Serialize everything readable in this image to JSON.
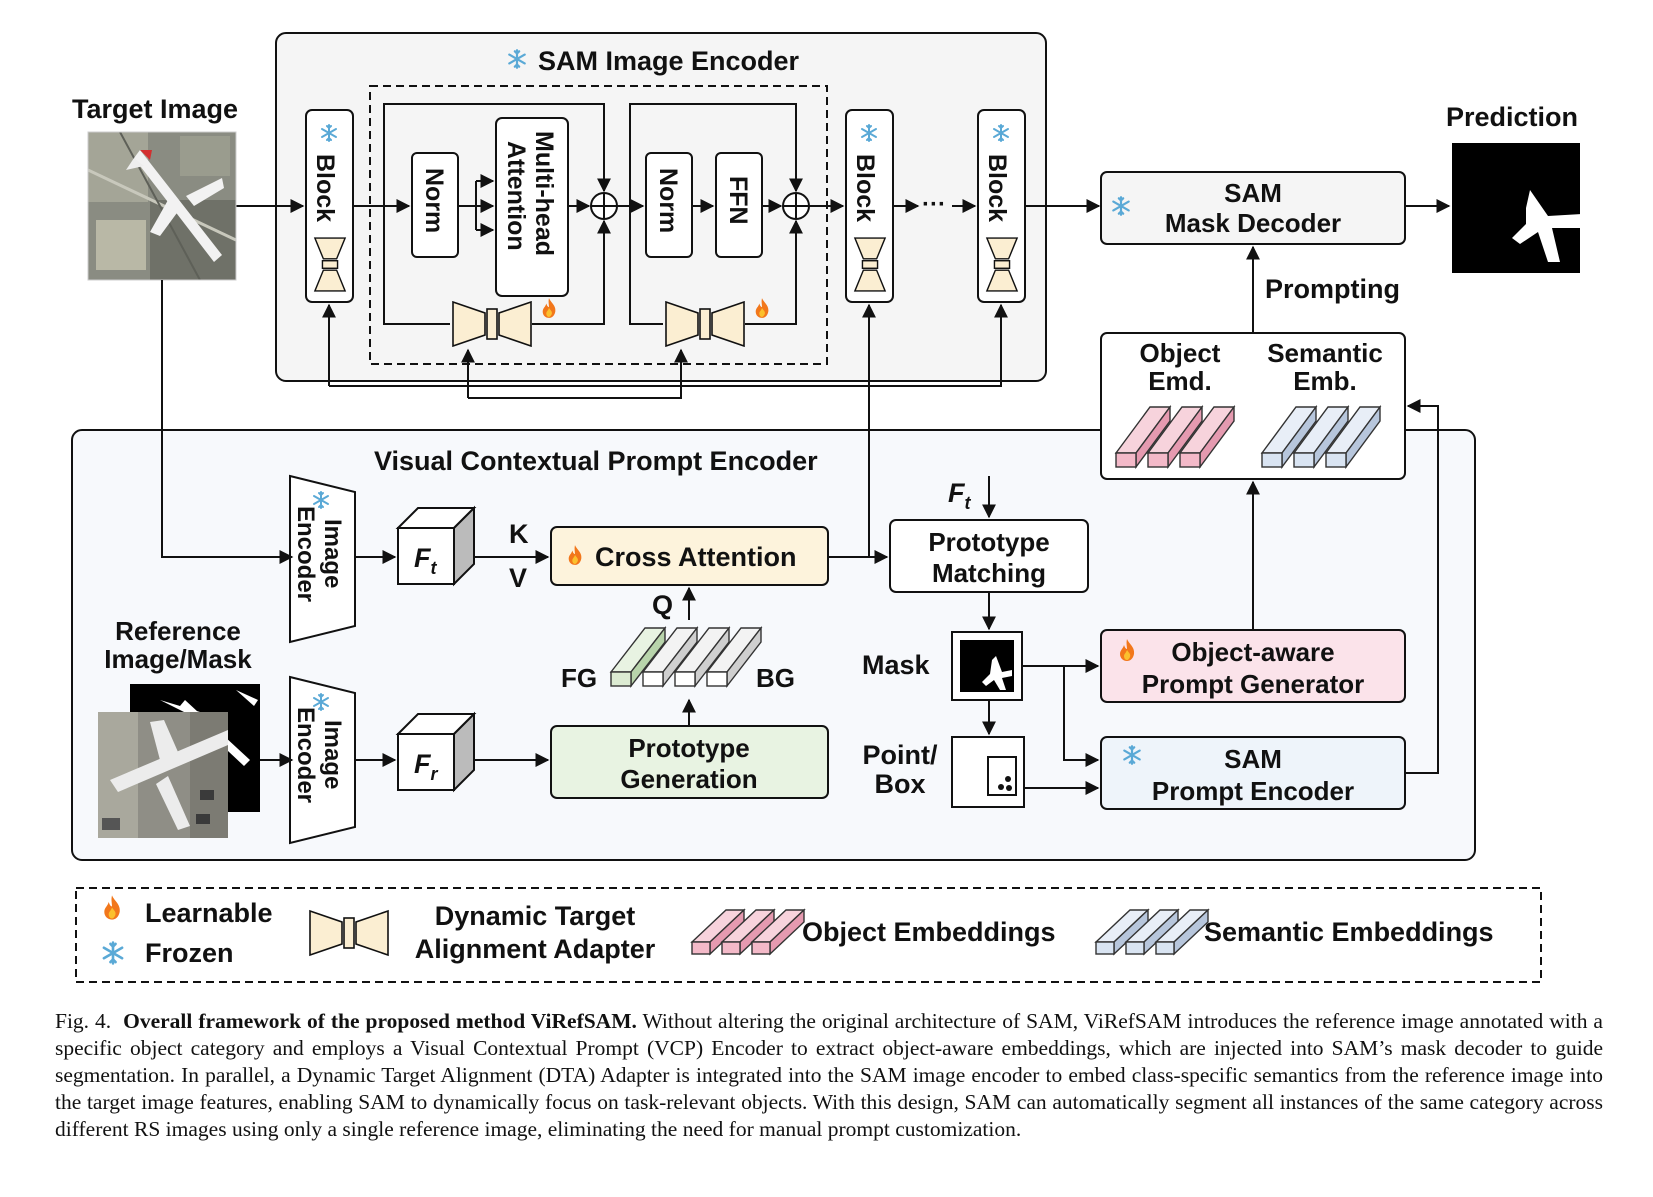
{
  "sam_image_encoder": {
    "title": "SAM Image Encoder",
    "block_label": "Block",
    "norm_label": "Norm",
    "mha_line1": "Multi-head",
    "mha_line2": "Attention",
    "ffn_label": "FFN",
    "ellipsis": "···"
  },
  "target_image": {
    "title": "Target Image"
  },
  "mask_decoder": {
    "line1": "SAM",
    "line2": "Mask Decoder"
  },
  "prediction": {
    "title": "Prediction"
  },
  "prompting_label": "Prompting",
  "embeddings_box": {
    "object_line1": "Object",
    "object_line2": "Emd.",
    "semantic_line1": "Semantic",
    "semantic_line2": "Emb."
  },
  "vcp": {
    "title": "Visual Contextual Prompt Encoder",
    "image_encoder_line1": "Image",
    "image_encoder_line2": "Encoder",
    "ft_label": "F",
    "ft_sub": "t",
    "fr_label": "F",
    "fr_sub": "r",
    "k_label": "K",
    "v_label": "V",
    "q_label": "Q",
    "cross_attention": "Cross Attention",
    "prototype_matching_line1": "Prototype",
    "prototype_matching_line2": "Matching",
    "ft_in_label": "F",
    "ft_in_sub": "t",
    "fg_label": "FG",
    "bg_label": "BG",
    "prototype_generation_line1": "Prototype",
    "prototype_generation_line2": "Generation",
    "mask_label": "Mask",
    "pointbox_line1": "Point/",
    "pointbox_line2": "Box",
    "oapg_line1": "Object-aware",
    "oapg_line2": "Prompt Generator",
    "spe_line1": "SAM",
    "spe_line2": "Prompt Encoder"
  },
  "reference": {
    "line1": "Reference",
    "line2": "Image/Mask"
  },
  "legend": {
    "learnable": "Learnable",
    "frozen": "Frozen",
    "dta_line1": "Dynamic Target",
    "dta_line2": "Alignment Adapter",
    "object_embeddings": "Object Embeddings",
    "semantic_embeddings": "Semantic Embeddings"
  },
  "caption": {
    "fig": "Fig. 4.",
    "bold": "Overall framework of the proposed method ViRefSAM.",
    "text": "Without altering the original architecture of SAM, ViRefSAM introduces the reference image annotated with a specific object category and employs a Visual Contextual Prompt (VCP) Encoder to extract object-aware embeddings, which are injected into SAM’s mask decoder to guide segmentation. In parallel, a Dynamic Target Alignment (DTA) Adapter is integrated into the SAM image encoder to embed class-specific semantics from the reference image into the target image features, enabling SAM to dynamically focus on task-relevant objects. With this design, SAM can automatically segment all instances of the same category across different RS images using only a single reference image, eliminating the need for manual prompt customization."
  },
  "colors": {
    "adapter_fill": "#fbeed2",
    "cross_attention_fill": "#fdf3dc",
    "prototype_generation_fill": "#e8f3e2",
    "object_aware_fill": "#fbe3ea",
    "sam_prompt_fill": "#eef4fa",
    "object_emb_fill": "#f3b9c8",
    "semantic_emb_fill": "#d9e4f2",
    "fg_fill": "#dcebd2",
    "fire": "#f2771b",
    "snow": "#5aa9d6"
  }
}
